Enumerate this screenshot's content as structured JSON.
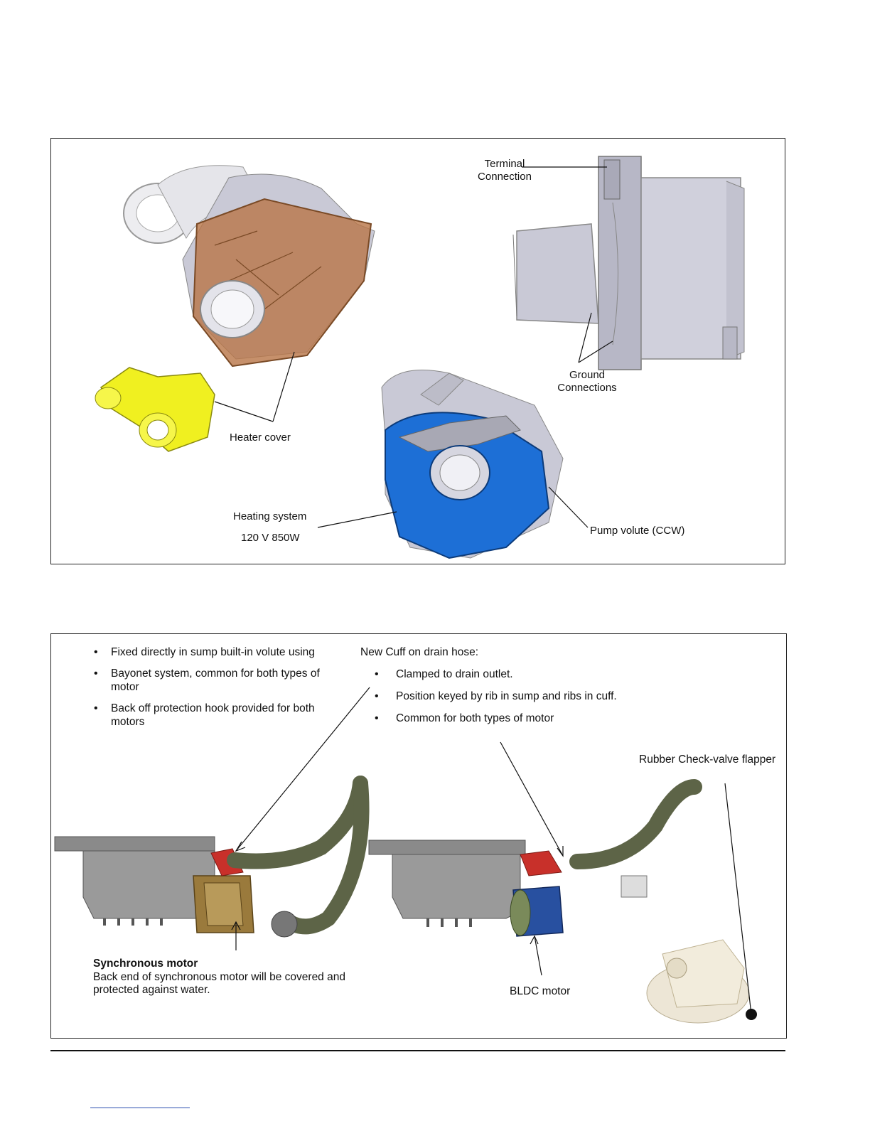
{
  "figure1": {
    "labels": {
      "terminal": "Terminal\nConnection",
      "heater_cover": "Heater cover",
      "ground": "Ground\nConnections",
      "heating_system": "Heating system",
      "heating_spec": "120 V 850W",
      "pump_volute": "Pump volute (CCW)"
    }
  },
  "figure2": {
    "left_bullets": [
      "Fixed directly in sump built-in volute using",
      "Bayonet system, common for both types of motor",
      "Back off protection hook provided for both motors"
    ],
    "cuff_heading": "New Cuff on drain hose:",
    "cuff_bullets": [
      "Clamped to drain outlet.",
      "Position keyed by rib in sump and ribs in cuff.",
      "Common for both types of motor"
    ],
    "flapper_label": "Rubber Check-valve flapper",
    "sync_title": "Synchronous motor",
    "sync_text": "Back end of synchronous motor will be covered and protected against water.",
    "bldc_label": "BLDC motor"
  },
  "colors": {
    "heater_cover": "#b9784a",
    "yellow_pump": "#f0f020",
    "blue_volute": "#1d6fd6",
    "gray_body": "#c9c9d6",
    "hose": "#5d6447",
    "cuff": "#c8302a",
    "bldc": "#2850a0",
    "sync_motor": "#9a7a3c"
  }
}
